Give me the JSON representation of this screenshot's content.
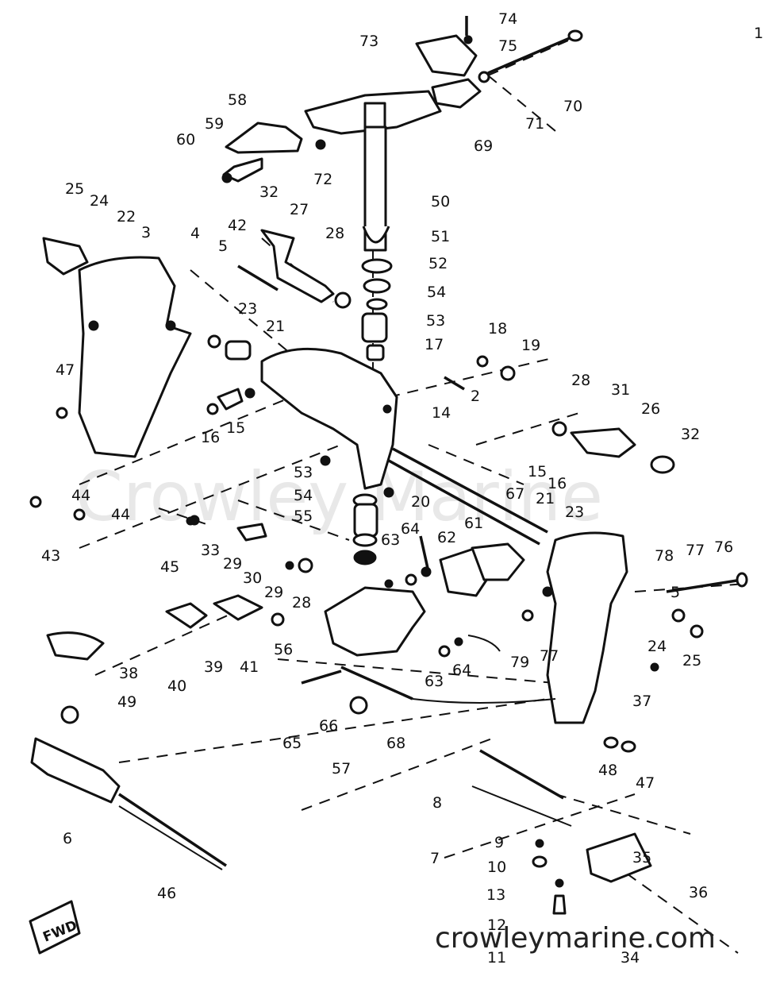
{
  "watermark": "Crowley Marine",
  "site_url": "crowleymarine.com",
  "fwd_label": "FWD",
  "corner_mark": "1",
  "part_labels": [
    "74",
    "75",
    "73",
    "70",
    "71",
    "69",
    "58",
    "59",
    "60",
    "72",
    "50",
    "25",
    "24",
    "22",
    "3",
    "4",
    "5",
    "32",
    "42",
    "27",
    "28",
    "51",
    "52",
    "54",
    "53",
    "17",
    "18",
    "19",
    "23",
    "21",
    "47",
    "2",
    "28",
    "31",
    "26",
    "32",
    "15",
    "16",
    "14",
    "44",
    "44",
    "43",
    "53",
    "54",
    "55",
    "20",
    "67",
    "21",
    "23",
    "15",
    "16",
    "64",
    "61",
    "62",
    "63",
    "45",
    "33",
    "29",
    "30",
    "29",
    "28",
    "78",
    "77",
    "76",
    "5",
    "24",
    "25",
    "56",
    "39",
    "41",
    "40",
    "38",
    "49",
    "63",
    "64",
    "79",
    "77",
    "37",
    "66",
    "65",
    "68",
    "57",
    "48",
    "47",
    "8",
    "6",
    "7",
    "9",
    "10",
    "13",
    "35",
    "36",
    "12",
    "11",
    "34",
    "46"
  ]
}
